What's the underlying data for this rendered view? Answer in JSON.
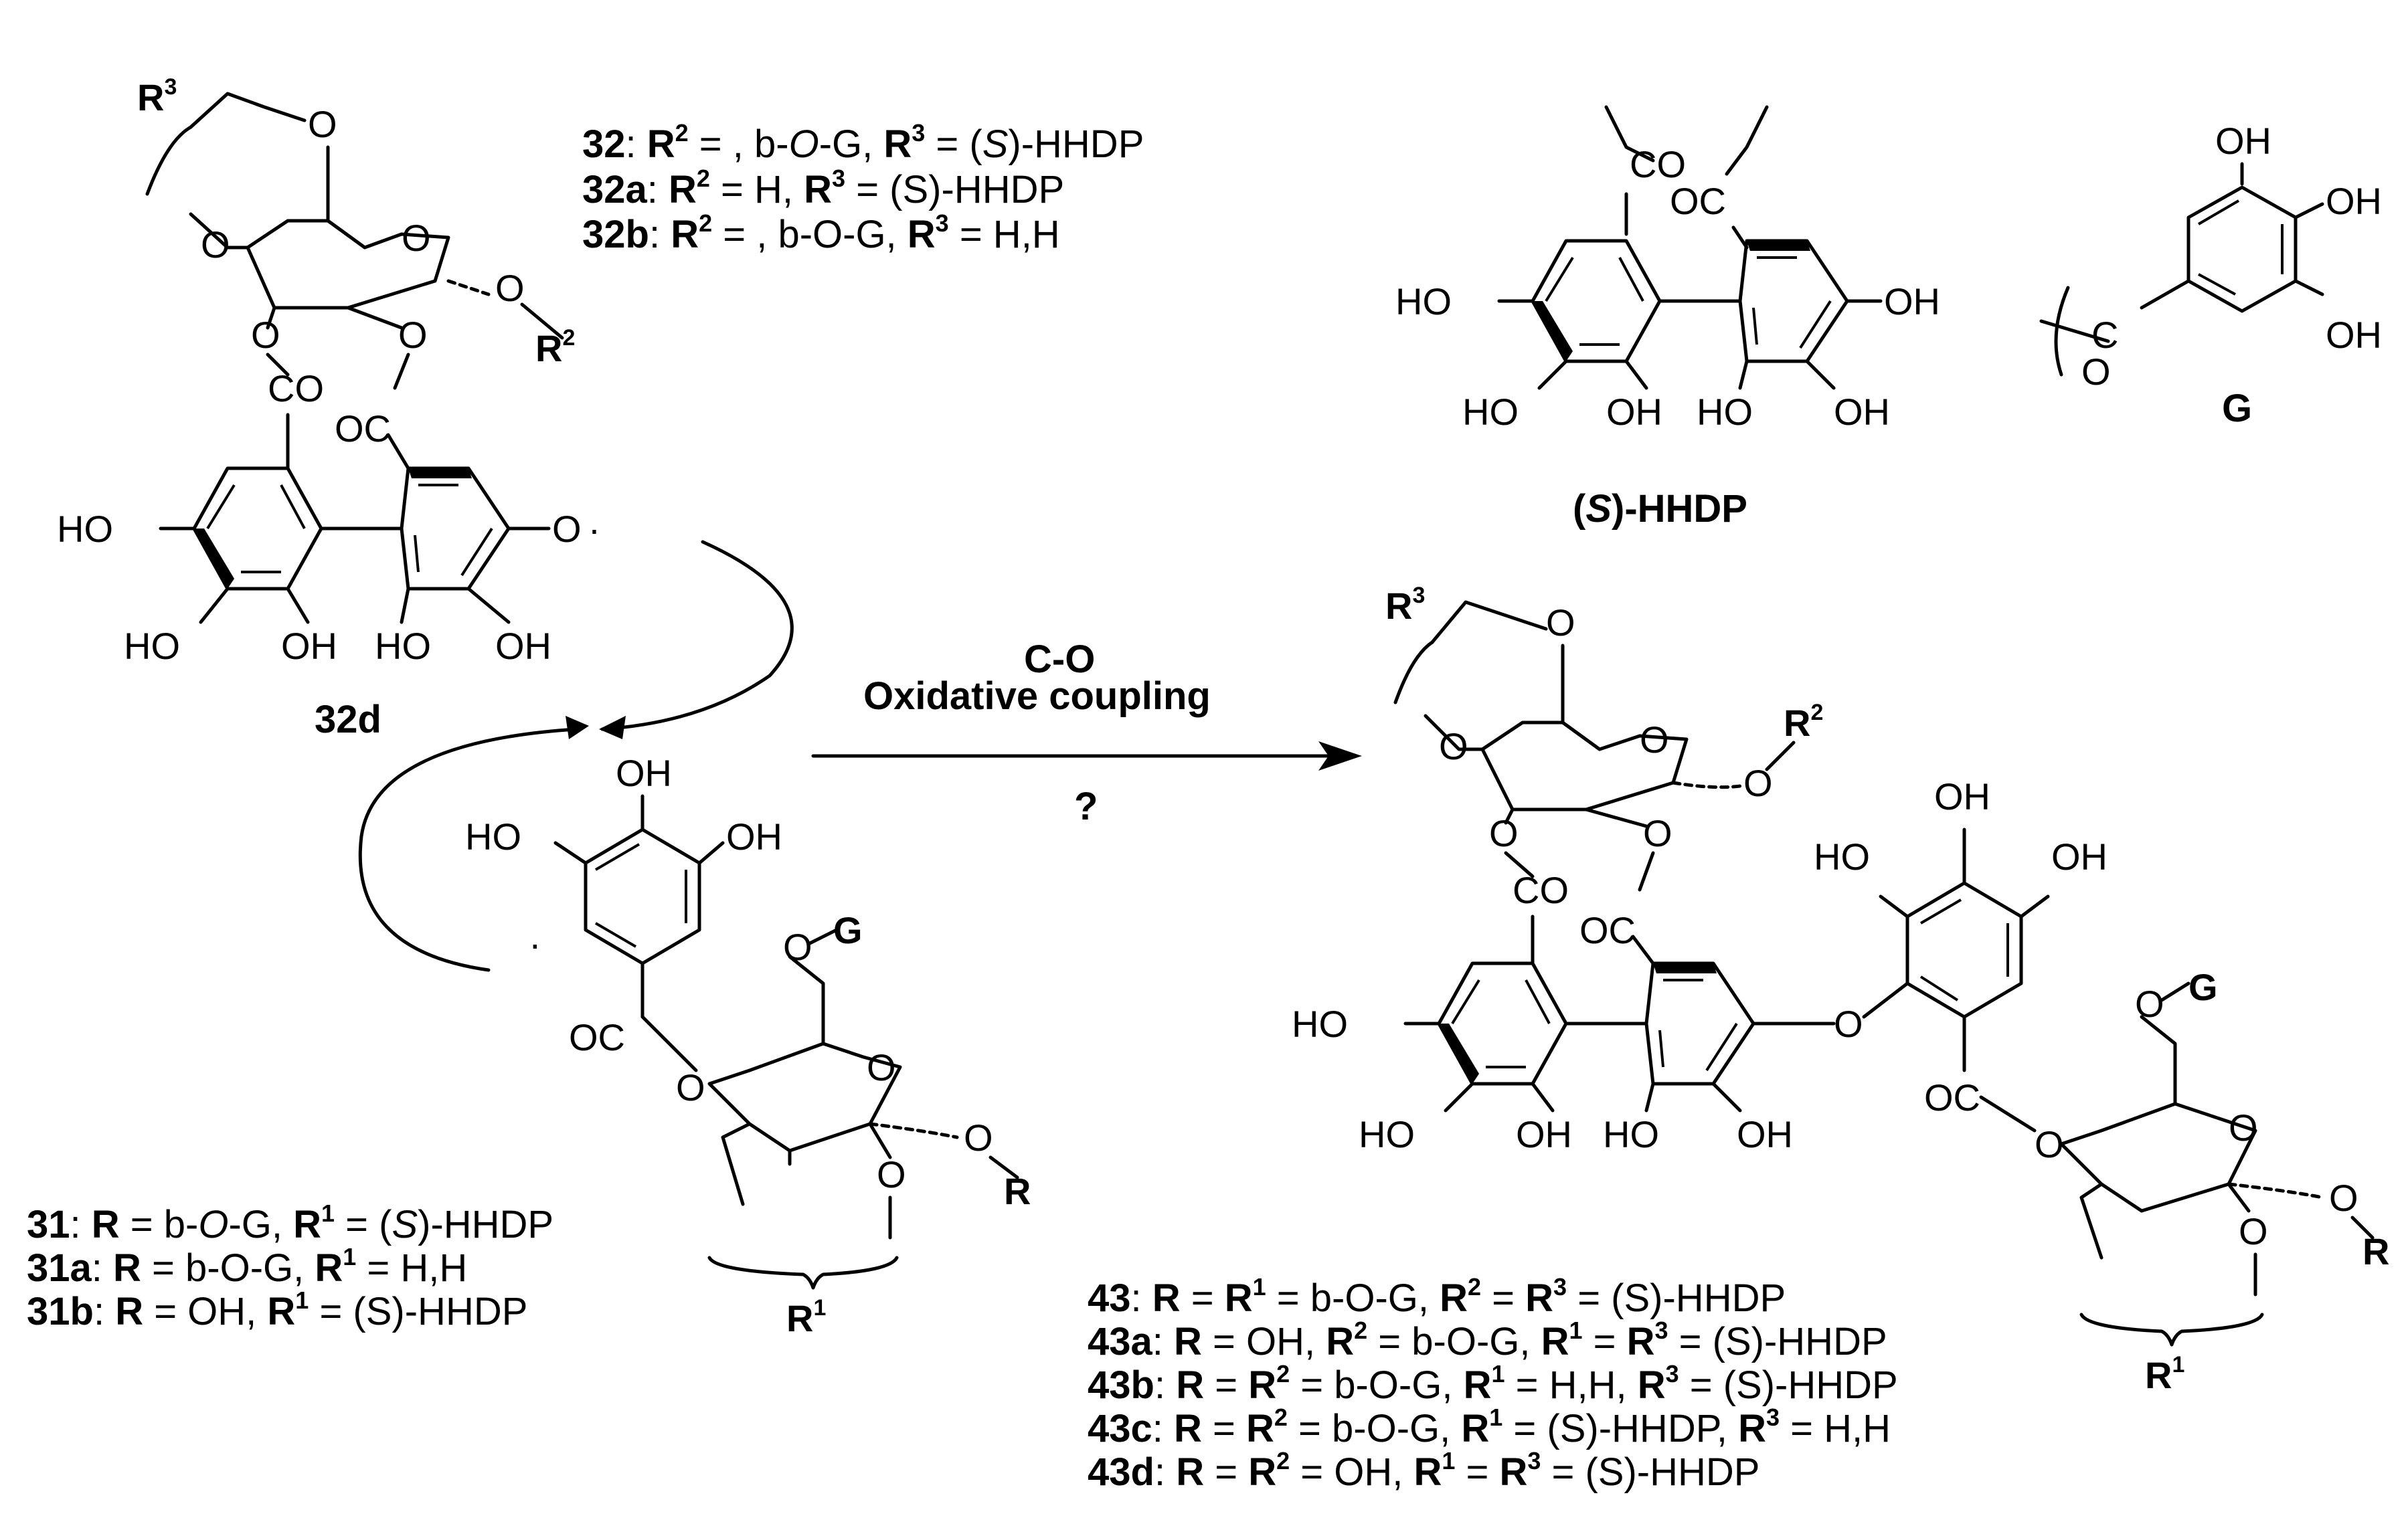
{
  "legend_32": [
    {
      "id": "32",
      "parts": [
        {
          "t": "32",
          "b": 1
        },
        {
          "t": ": "
        },
        {
          "t": "R",
          "b": 1
        },
        {
          "t": "2",
          "b": 1,
          "sup": 1
        },
        {
          "t": " = , b-"
        },
        {
          "t": "O",
          "i": 1
        },
        {
          "t": "-G, "
        },
        {
          "t": "R",
          "b": 1
        },
        {
          "t": "3",
          "b": 1,
          "sup": 1
        },
        {
          "t": " = ("
        },
        {
          "t": "S",
          "i": 1
        },
        {
          "t": ")-HHDP"
        }
      ]
    },
    {
      "id": "32a",
      "parts": [
        {
          "t": "32a",
          "b": 1
        },
        {
          "t": ": "
        },
        {
          "t": "R",
          "b": 1
        },
        {
          "t": "2",
          "b": 1,
          "sup": 1
        },
        {
          "t": " = H, "
        },
        {
          "t": "R",
          "b": 1
        },
        {
          "t": "3",
          "b": 1,
          "sup": 1
        },
        {
          "t": " = (S)-HHDP"
        }
      ]
    },
    {
      "id": "32b",
      "parts": [
        {
          "t": "32b",
          "b": 1
        },
        {
          "t": ": "
        },
        {
          "t": "R",
          "b": 1
        },
        {
          "t": "2",
          "b": 1,
          "sup": 1
        },
        {
          "t": " = , b-O-G, "
        },
        {
          "t": "R",
          "b": 1
        },
        {
          "t": "3",
          "b": 1,
          "sup": 1
        },
        {
          "t": " = H,H"
        }
      ]
    }
  ],
  "legend_31": [
    {
      "id": "31",
      "parts": [
        {
          "t": "31",
          "b": 1
        },
        {
          "t": ": "
        },
        {
          "t": "R",
          "b": 1
        },
        {
          "t": " = b-"
        },
        {
          "t": "O",
          "i": 1
        },
        {
          "t": "-G, "
        },
        {
          "t": "R",
          "b": 1
        },
        {
          "t": "1",
          "b": 1,
          "sup": 1
        },
        {
          "t": " = ("
        },
        {
          "t": "S",
          "i": 1
        },
        {
          "t": ")-HHDP"
        }
      ]
    },
    {
      "id": "31a",
      "parts": [
        {
          "t": "31a",
          "b": 1
        },
        {
          "t": ": "
        },
        {
          "t": "R",
          "b": 1
        },
        {
          "t": " = b-O-G, "
        },
        {
          "t": "R",
          "b": 1
        },
        {
          "t": "1",
          "b": 1,
          "sup": 1
        },
        {
          "t": " = H,H"
        }
      ]
    },
    {
      "id": "31b",
      "parts": [
        {
          "t": "31b",
          "b": 1
        },
        {
          "t": ": "
        },
        {
          "t": "R",
          "b": 1
        },
        {
          "t": " = OH, "
        },
        {
          "t": "R",
          "b": 1
        },
        {
          "t": "1",
          "b": 1,
          "sup": 1
        },
        {
          "t": " = (S)-HHDP"
        }
      ]
    }
  ],
  "legend_43": [
    {
      "id": "43",
      "parts": [
        {
          "t": "43",
          "b": 1
        },
        {
          "t": ": "
        },
        {
          "t": "R",
          "b": 1
        },
        {
          "t": " = "
        },
        {
          "t": "R",
          "b": 1
        },
        {
          "t": "1",
          "b": 1,
          "sup": 1
        },
        {
          "t": " = b-O-G, "
        },
        {
          "t": "R",
          "b": 1
        },
        {
          "t": "2",
          "b": 1,
          "sup": 1
        },
        {
          "t": " = "
        },
        {
          "t": "R",
          "b": 1
        },
        {
          "t": "3",
          "b": 1,
          "sup": 1
        },
        {
          "t": " = (S)-HHDP"
        }
      ]
    },
    {
      "id": "43a",
      "parts": [
        {
          "t": "43a",
          "b": 1
        },
        {
          "t": ": "
        },
        {
          "t": "R",
          "b": 1
        },
        {
          "t": " = OH, "
        },
        {
          "t": "R",
          "b": 1
        },
        {
          "t": "2",
          "b": 1,
          "sup": 1
        },
        {
          "t": " = b-O-G, "
        },
        {
          "t": "R",
          "b": 1
        },
        {
          "t": "1",
          "b": 1,
          "sup": 1
        },
        {
          "t": " = "
        },
        {
          "t": "R",
          "b": 1
        },
        {
          "t": "3",
          "b": 1,
          "sup": 1
        },
        {
          "t": " = (S)-HHDP"
        }
      ]
    },
    {
      "id": "43b",
      "parts": [
        {
          "t": "43b",
          "b": 1
        },
        {
          "t": ": "
        },
        {
          "t": "R",
          "b": 1
        },
        {
          "t": " = "
        },
        {
          "t": "R",
          "b": 1
        },
        {
          "t": "2",
          "b": 1,
          "sup": 1
        },
        {
          "t": " = b-O-G, "
        },
        {
          "t": "R",
          "b": 1
        },
        {
          "t": "1",
          "b": 1,
          "sup": 1
        },
        {
          "t": " = H,H, "
        },
        {
          "t": "R",
          "b": 1
        },
        {
          "t": "3",
          "b": 1,
          "sup": 1
        },
        {
          "t": " = (S)-HHDP"
        }
      ]
    },
    {
      "id": "43c",
      "parts": [
        {
          "t": "43c",
          "b": 1
        },
        {
          "t": ": "
        },
        {
          "t": "R",
          "b": 1
        },
        {
          "t": " = "
        },
        {
          "t": "R",
          "b": 1
        },
        {
          "t": "2",
          "b": 1,
          "sup": 1
        },
        {
          "t": " = b-O-G, "
        },
        {
          "t": "R",
          "b": 1
        },
        {
          "t": "1",
          "b": 1,
          "sup": 1
        },
        {
          "t": " = (S)-HHDP, "
        },
        {
          "t": "R",
          "b": 1
        },
        {
          "t": "3",
          "b": 1,
          "sup": 1
        },
        {
          "t": " = H,H"
        }
      ]
    },
    {
      "id": "43d",
      "parts": [
        {
          "t": "43d",
          "b": 1
        },
        {
          "t": ": "
        },
        {
          "t": "R",
          "b": 1
        },
        {
          "t": " = "
        },
        {
          "t": "R",
          "b": 1
        },
        {
          "t": "2",
          "b": 1,
          "sup": 1
        },
        {
          "t": " = OH, "
        },
        {
          "t": "R",
          "b": 1
        },
        {
          "t": "1",
          "b": 1,
          "sup": 1
        },
        {
          "t": " = "
        },
        {
          "t": "R",
          "b": 1
        },
        {
          "t": "3",
          "b": 1,
          "sup": 1
        },
        {
          "t": " = (S)-HHDP"
        }
      ]
    }
  ],
  "reaction": {
    "line1": "C-O",
    "line2": "Oxidative coupling",
    "question": "?"
  },
  "compound_labels": {
    "c32d": "32d",
    "G": "G",
    "hhdp_s": "S",
    "hhdp_rest": ")-HHDP",
    "hhdp_open": "("
  },
  "atoms": {
    "HO": "HO",
    "OH": "OH",
    "O": "O",
    "CO": "CO",
    "OC": "OC",
    "R": "R",
    "G": "G",
    "radical": "·"
  },
  "r_labels": {
    "R1": "1",
    "R2": "2",
    "R3": "3"
  }
}
